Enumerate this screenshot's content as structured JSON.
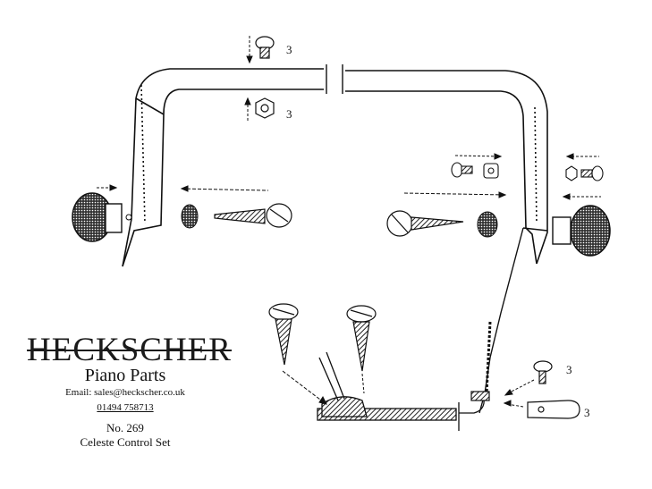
{
  "brand": {
    "logo_text": "HECKSCHER",
    "tagline": "Piano Parts",
    "email": "Email: sales@heckscher.co.uk",
    "phone": "01494 758713"
  },
  "part": {
    "number": "No. 269",
    "title": "Celeste Control Set"
  },
  "quantities": {
    "top_screw": "3",
    "top_nut": "3",
    "pin": "3",
    "clip": "3"
  },
  "colors": {
    "ink": "#111111",
    "background": "#ffffff"
  }
}
